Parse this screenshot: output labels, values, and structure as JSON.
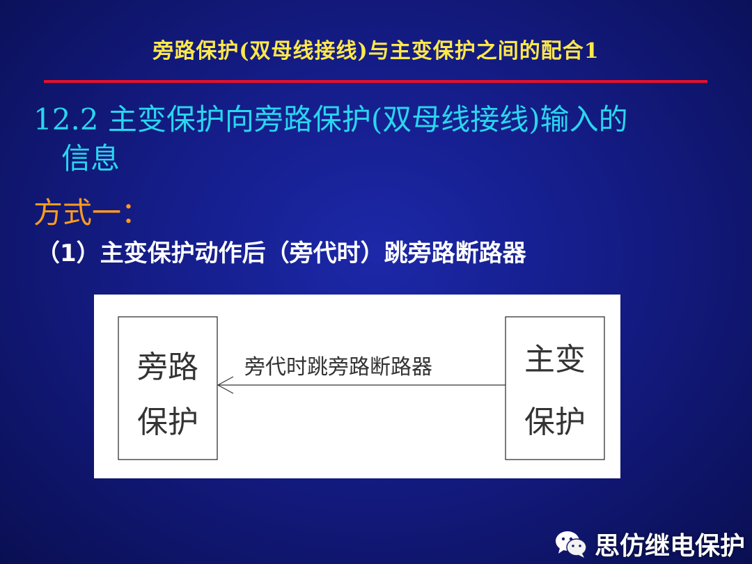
{
  "slide": {
    "title": "旁路保护(双母线接线)与主变保护之间的配合1",
    "heading_line1": "12.2 主变保护向旁路保护(双母线接线)输入的",
    "heading_line2": "信息",
    "method": "方式一：",
    "item": "（1）主变保护动作后（旁代时）跳旁路断路器"
  },
  "diagram": {
    "left_box_line1": "旁路",
    "left_box_line2": "保护",
    "right_box_line1": "主变",
    "right_box_line2": "保护",
    "arrow_label": "旁代时跳旁路断路器",
    "arrow_direction": "right-to-left"
  },
  "watermark": {
    "icon": "wechat-icon",
    "text": "思仿继电保护"
  },
  "colors": {
    "background": "#141c86",
    "title": "#ffe84a",
    "rule": "#e8102a",
    "heading": "#29d6ee",
    "method": "#ff9c1e",
    "item": "#ffffff"
  }
}
